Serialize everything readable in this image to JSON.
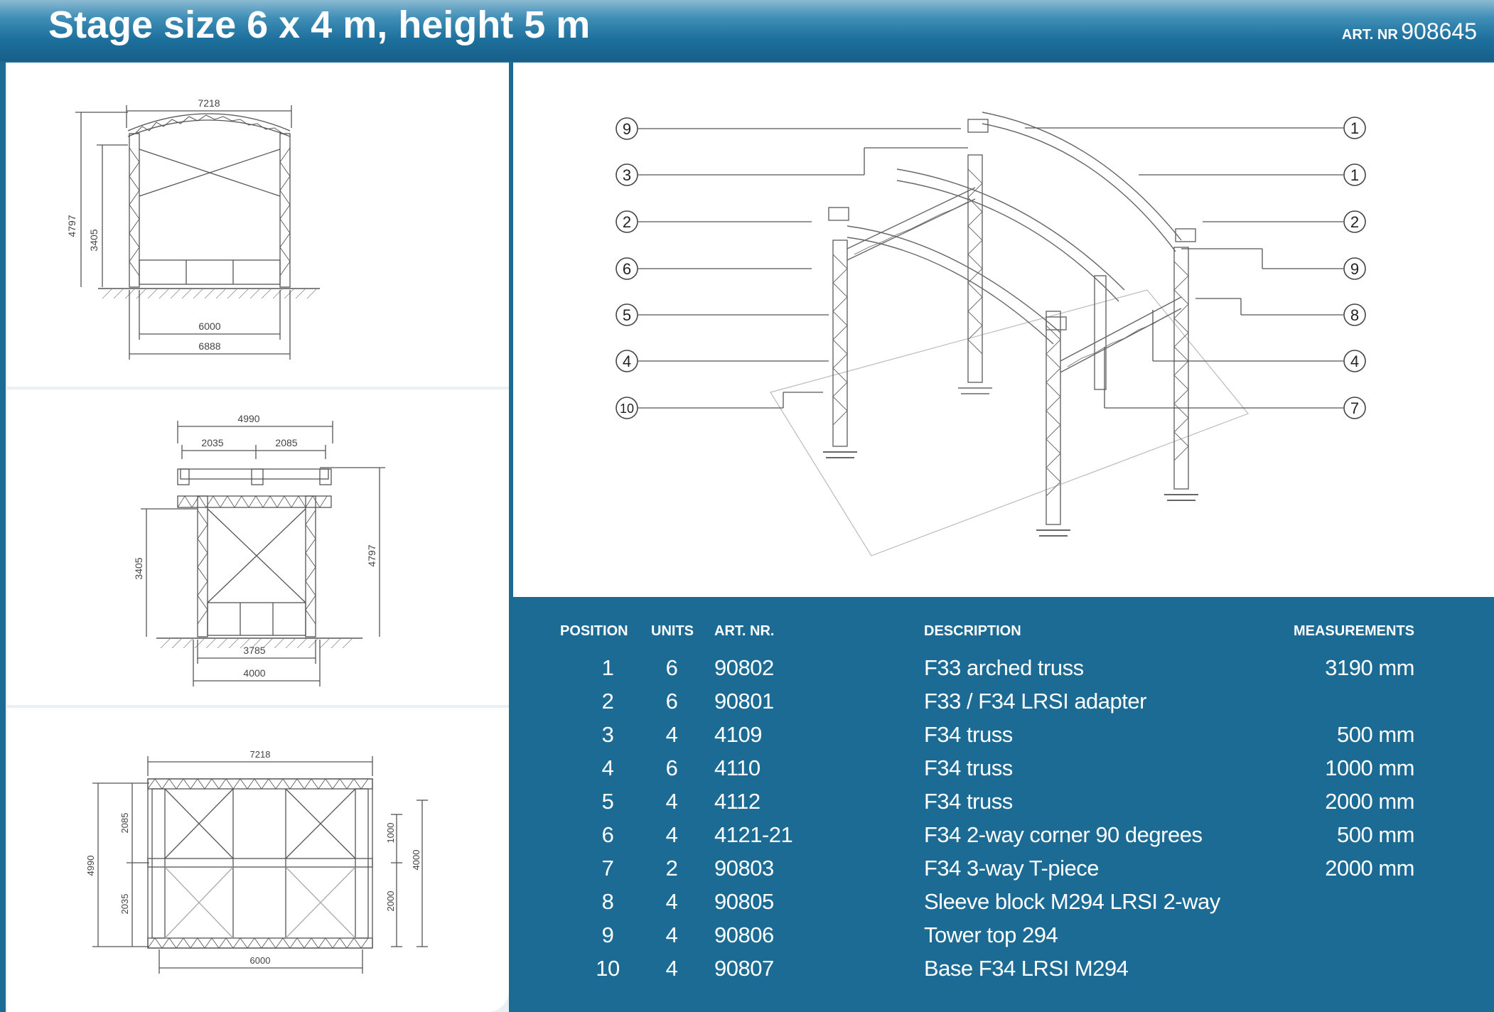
{
  "header": {
    "title": "Stage size 6 x 4 m, height 5 m",
    "art_label": "ART. NR",
    "art_number": "908645"
  },
  "front_view": {
    "total_width": "7218",
    "inner_width": "6000",
    "base_width": "6888",
    "total_height": "4797",
    "clear_height": "3405"
  },
  "side_view": {
    "total_width": "4990",
    "span_left": "2035",
    "span_right": "2085",
    "clear_height": "3405",
    "total_height": "4797",
    "inner_width": "3785",
    "base_width": "4000"
  },
  "top_view": {
    "total_width": "7218",
    "inner_width": "6000",
    "span_top": "2085",
    "span_bottom": "2035",
    "total_depth": "4990",
    "seg_top": "1000",
    "seg_bottom": "2000",
    "depth": "4000"
  },
  "callouts": {
    "left": [
      "9",
      "3",
      "2",
      "6",
      "5",
      "4",
      "10"
    ],
    "right": [
      "1",
      "1",
      "2",
      "9",
      "8",
      "4",
      "7"
    ]
  },
  "table": {
    "headers": {
      "position": "POSITION",
      "units": "UNITS",
      "art_nr": "ART. NR.",
      "description": "DESCRIPTION",
      "measurements": "MEASUREMENTS"
    },
    "rows": [
      {
        "pos": "1",
        "units": "6",
        "art": "90802",
        "desc": "F33 arched truss",
        "meas": "3190 mm"
      },
      {
        "pos": "2",
        "units": "6",
        "art": "90801",
        "desc": "F33 / F34 LRSI adapter",
        "meas": ""
      },
      {
        "pos": "3",
        "units": "4",
        "art": "4109",
        "desc": "F34 truss",
        "meas": "500 mm"
      },
      {
        "pos": "4",
        "units": "6",
        "art": "4110",
        "desc": "F34 truss",
        "meas": "1000 mm"
      },
      {
        "pos": "5",
        "units": "4",
        "art": "4112",
        "desc": "F34 truss",
        "meas": "2000 mm"
      },
      {
        "pos": "6",
        "units": "4",
        "art": "4121-21",
        "desc": "F34 2-way corner 90 degrees",
        "meas": "500 mm"
      },
      {
        "pos": "7",
        "units": "2",
        "art": "90803",
        "desc": "F34 3-way T-piece",
        "meas": "2000 mm"
      },
      {
        "pos": "8",
        "units": "4",
        "art": "90805",
        "desc": "Sleeve block M294 LRSI 2-way",
        "meas": ""
      },
      {
        "pos": "9",
        "units": "4",
        "art": "90806",
        "desc": "Tower top 294",
        "meas": ""
      },
      {
        "pos": "10",
        "units": "4",
        "art": "90807",
        "desc": "Base F34 LRSI M294",
        "meas": ""
      }
    ]
  },
  "colors": {
    "header_blue": "#1d6f9c",
    "table_blue": "#1c6b94",
    "drawing_line": "#4a4a4a"
  }
}
